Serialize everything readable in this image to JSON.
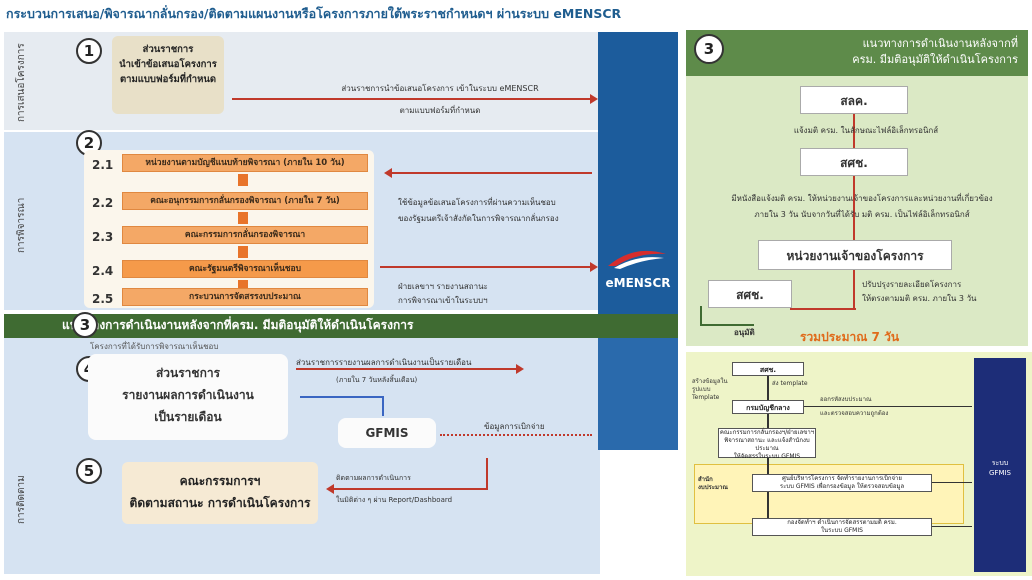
{
  "header": {
    "title": "กระบวนการเสนอ/พิจารณากลั่นกรอง/ติดตามแผนงานหรือโครงการภายใต้พระราชกำหนดฯ ผ่านระบบ eMENSCR"
  },
  "side_labels": {
    "propose": "การเสนอโครงการ",
    "consider": "การพิจารณา",
    "monitor": "การติดตาม"
  },
  "step1": {
    "num": "1",
    "box_lines": [
      "ส่วนราชการ",
      "นำเข้าข้อเสนอโครงการ",
      "ตามแบบฟอร์มที่กำหนด"
    ],
    "arrow_text": [
      "ส่วนราชการนำข้อเสนอโครงการ เข้าในระบบ eMENSCR",
      "ตามแบบฟอร์มที่กำหนด"
    ]
  },
  "step2": {
    "num": "2",
    "items": [
      {
        "num": "2.1",
        "label": "หน่วยงานตามบัญชีแนบท้ายพิจารณา (ภายใน 10 วัน)"
      },
      {
        "num": "2.2",
        "label": "คณะอนุกรรมการกลั่นกรองพิจารณา (ภายใน 7 วัน)"
      },
      {
        "num": "2.3",
        "label": "คณะกรรมการกลั่นกรองพิจารณา"
      },
      {
        "num": "2.4",
        "label": "คณะรัฐมนตรีพิจารณาเห็นชอบ"
      },
      {
        "num": "2.5",
        "label": "กระบวนการจัดสรรงบประมาณ"
      }
    ],
    "note1": [
      "ใช้ข้อมูลข้อเสนอโครงการที่ผ่านความเห็นชอบ",
      "ของรัฐมนตรีเจ้าสังกัดในการพิจารณากลั่นกรอง"
    ],
    "note2": [
      "ฝ่ายเลขาฯ รายงานสถานะ",
      "การพิจารณาเข้าในระบบฯ"
    ]
  },
  "band3": {
    "num": "3",
    "text": "แนวทางการดำเนินงานหลังจากที่ครม. มีมติอนุมัติให้ดำเนินโครงการ",
    "sub": "โครงการที่ได้รับการพิจารณาเห็นชอบ"
  },
  "step4": {
    "num": "4",
    "box_lines": [
      "ส่วนราชการ",
      "รายงานผลการดำเนินงาน",
      "เป็นรายเดือน"
    ],
    "arrow_text": [
      "ส่วนราชการรายงานผลการดำเนินงานเป็นรายเดือน",
      "(ภายใน 7 วันหลังสิ้นเดือน)"
    ],
    "gfmis": "GFMIS",
    "gfmis_note": "ข้อมูลการเบิกจ่าย"
  },
  "step5": {
    "num": "5",
    "box_lines": [
      "คณะกรรมการฯ",
      "ติดตามสถานะ การดำเนินโครงการ"
    ],
    "arrow_text": [
      "ติดตามผลการดำเนินการ",
      "ในมิติต่าง ๆ ผ่าน Report/Dashboard"
    ]
  },
  "emenscr": {
    "label": "eMENSCR"
  },
  "right": {
    "num": "3",
    "head": [
      "แนวทางการดำเนินงานหลังจากที่",
      "ครม. มีมติอนุมัติให้ดำเนินโครงการ"
    ],
    "box1": "สลค.",
    "t1": "แจ้งมติ ครม. ในลักษณะไฟล์อิเล็กทรอนิกส์",
    "box2": "สศช.",
    "t2": [
      "มีหนังสือแจ้งมติ ครม. ให้หน่วยงานเจ้าของโครงการและหน่วยงานที่เกี่ยวข้อง",
      "ภายใน 3 วัน นับจากวันที่ได้รับ มติ ครม. เป็นไฟล์อิเล็กทรอนิกส์"
    ],
    "box3": "หน่วยงานเจ้าของโครงการ",
    "box4": "สศช.",
    "t3": [
      "ปรับปรุงรายละเอียดโครงการ",
      "ให้ตรงตามมติ ครม. ภายใน 3 วัน"
    ],
    "t4": "อนุมัติ",
    "total": "รวมประมาณ 7 วัน"
  },
  "flow": {
    "b1": "สศช.",
    "l1": [
      "สร้างข้อมูลใน",
      "รูปแบบ Template"
    ],
    "l2": "ส่ง template",
    "b2": "กรมบัญชีกลาง",
    "l3": [
      "ออกรหัสงบประมาณ",
      "และตรวจสอบความถูกต้อง"
    ],
    "b3": [
      "คณะกรรมการกลั่นกรองฯ/ฝ่ายเลขาฯ",
      "พิจารณาสถานะ และแจ้งสำนักงบประมาณ",
      "ให้จัดสรรในระบบ GFMIS"
    ],
    "side": [
      "สำนัก",
      "งบประมาณ"
    ],
    "b4": [
      "ศูนย์บริหารโครงการ จัดทำรายงานการเบิกจ่าย",
      "ระบบ GFMIS เพื่อกรองข้อมูล ให้ตรวจสอบข้อมูล"
    ],
    "b5": [
      "กองจัดทำฯ ดำเนินการจัดสรรตามมติ ครม.",
      "ในระบบ GFMIS"
    ],
    "gfmis_box": [
      "ระบบ",
      "GFMIS"
    ]
  },
  "colors": {
    "accent_red": "#c0392b",
    "green_dark": "#3f6b32",
    "navy": "#1d2d78",
    "blue": "#1c5c9c",
    "orange": "#f4a866"
  }
}
